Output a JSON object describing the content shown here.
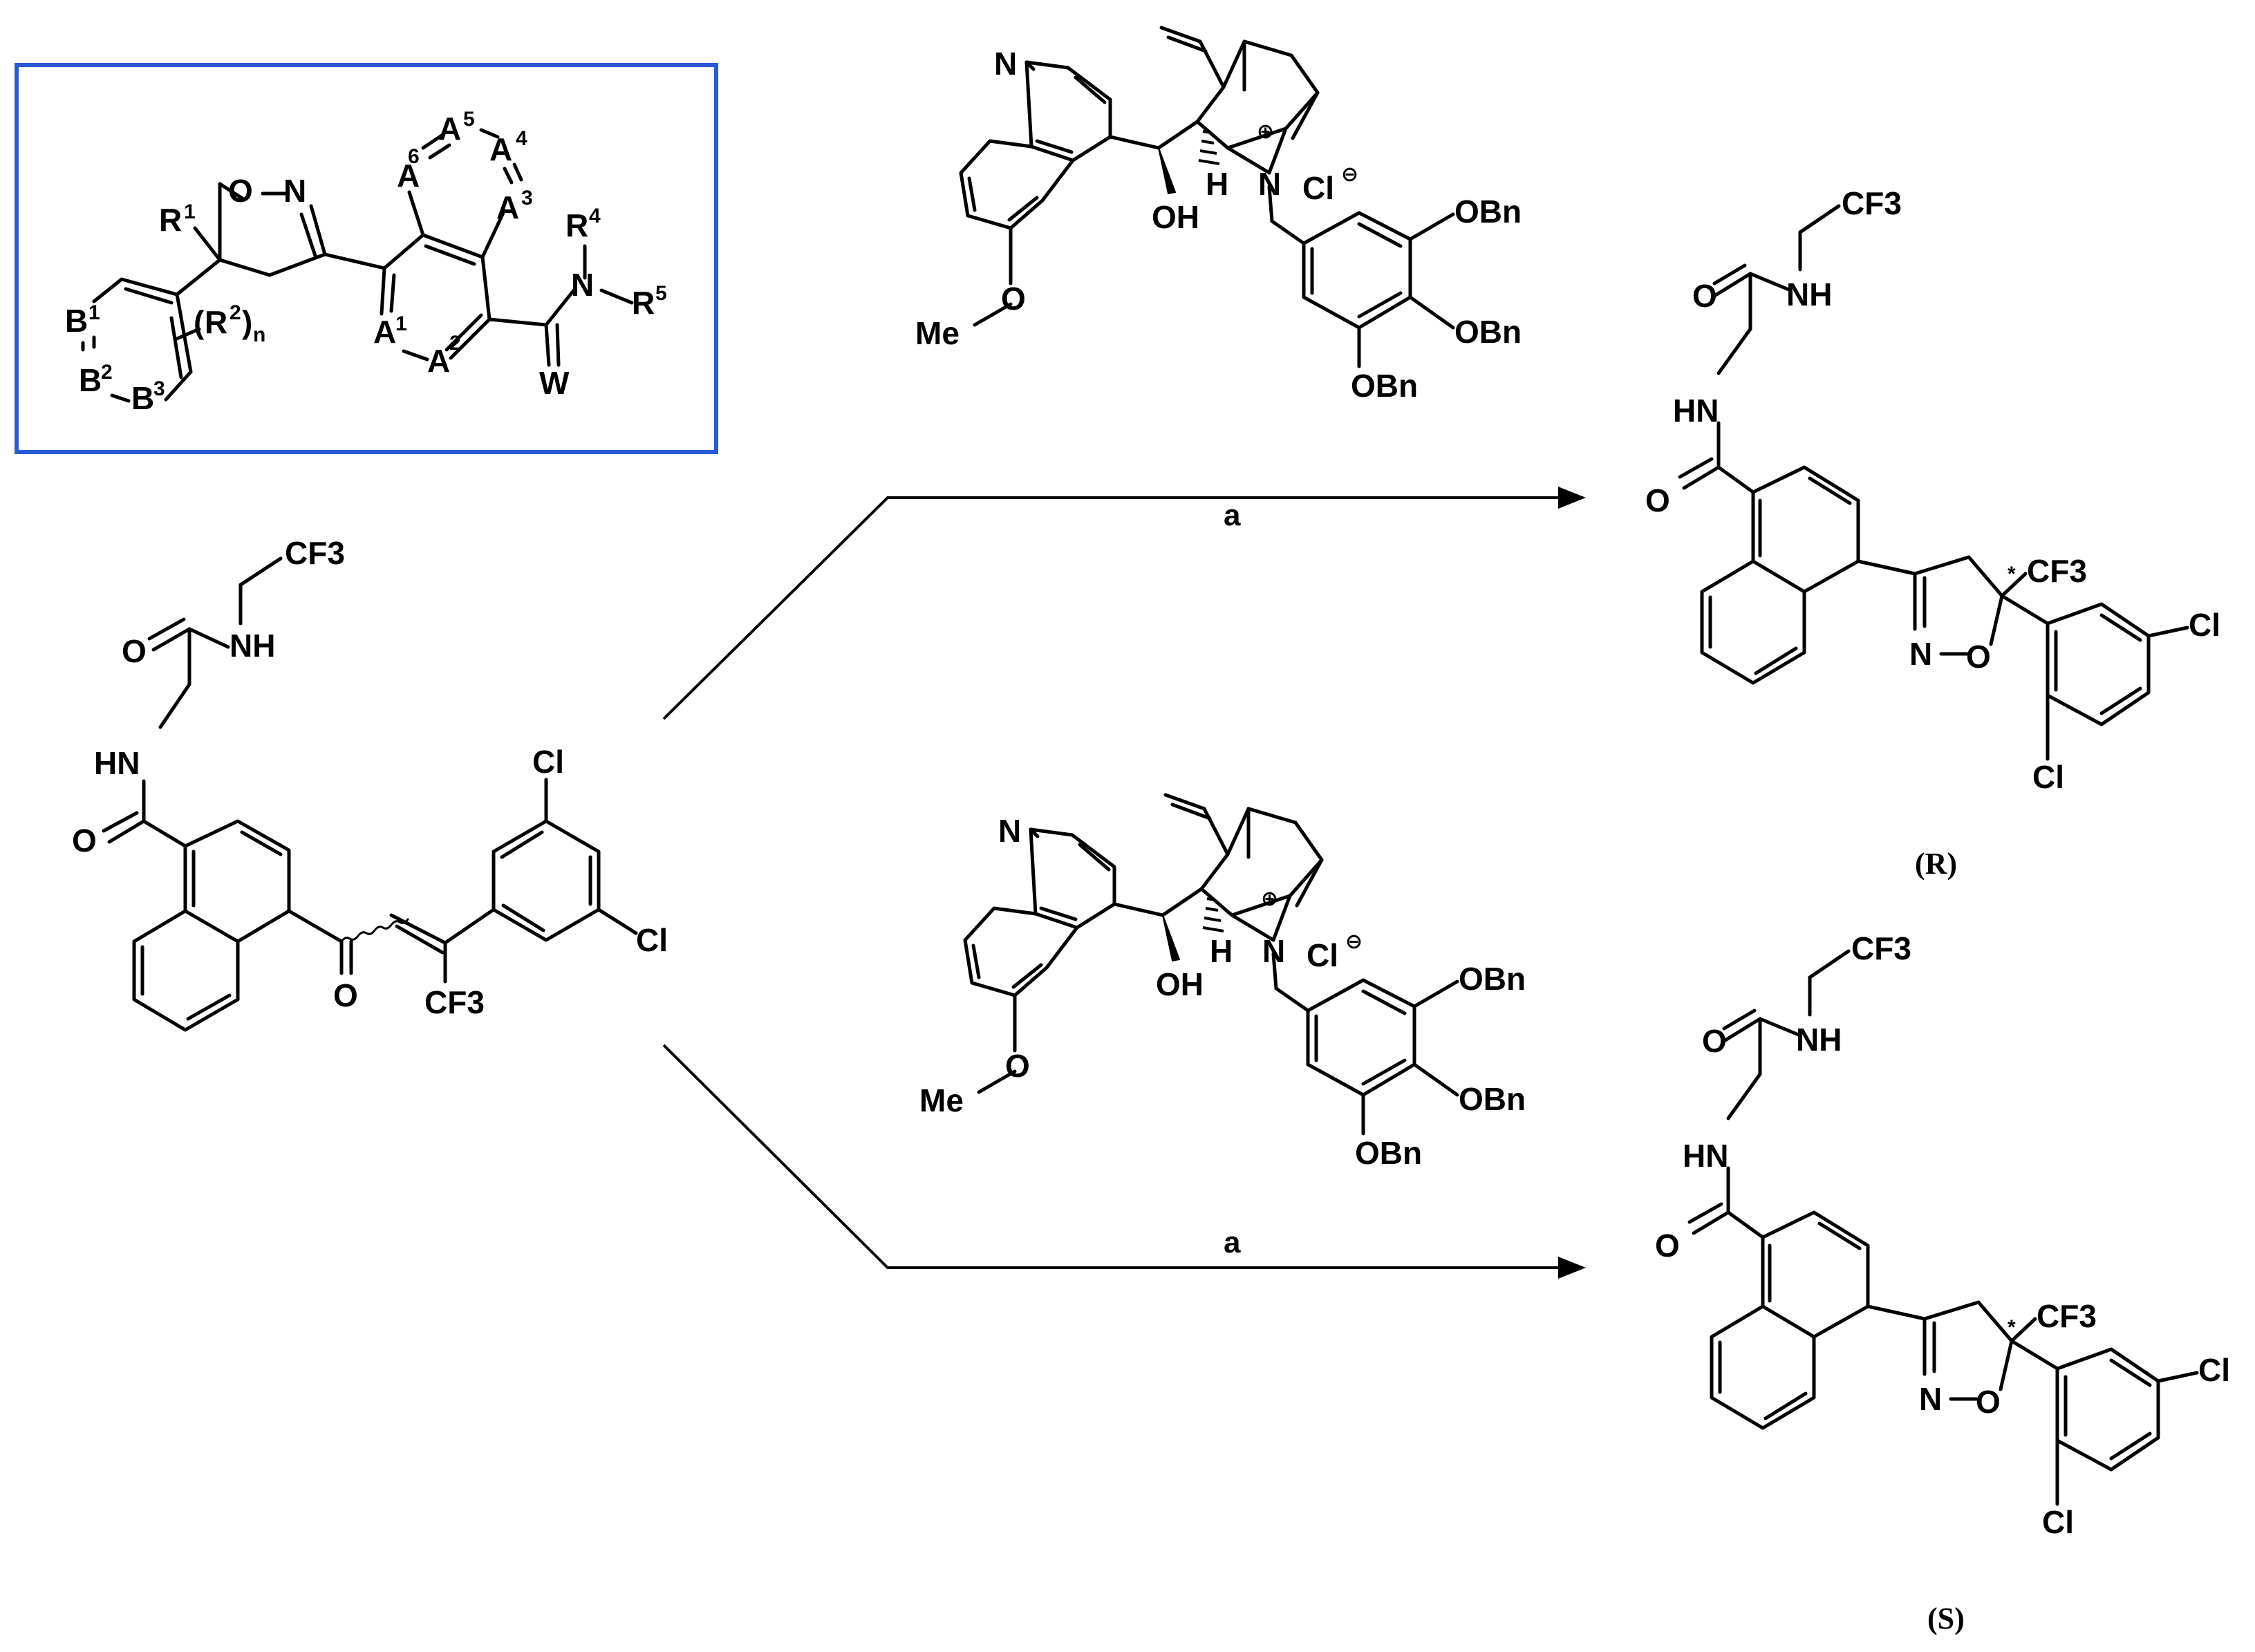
{
  "colors": {
    "frame": "#2a5bd7",
    "ink": "#000000"
  },
  "generic": {
    "atoms": {
      "O": "O",
      "N": "N",
      "N2": "N",
      "W": "W",
      "R": "R",
      "n": "n",
      "lp": "(",
      "rp": ")"
    },
    "sup": {
      "r1": "1",
      "r2": "2",
      "r4": "4",
      "r5": "5",
      "a1": "1",
      "a2": "2",
      "a3": "3",
      "a4": "4",
      "a5": "5",
      "a6": "6",
      "b1": "1",
      "b2": "2",
      "b3": "3"
    },
    "ring_letters": {
      "A": "A",
      "B": "B"
    }
  },
  "start": {
    "cf3": "CF3",
    "nh_top": "NH",
    "o_amide1": "O",
    "hn": "HN",
    "o_amide2": "O",
    "o_ketone": "O",
    "cl1": "Cl",
    "cl2": "Cl",
    "cf3_alkene": "CF3"
  },
  "catalyst": {
    "N_quin": "N",
    "plus": "⊕",
    "N_quin2": "N",
    "cl": "Cl",
    "minus": "⊖",
    "oh": "OH",
    "h": "H",
    "ome": "Me",
    "o": "O",
    "obn1": "OBn",
    "obn2": "OBn",
    "obn3": "OBn"
  },
  "product": {
    "cf3_top": "CF3",
    "nh": "NH",
    "o1": "O",
    "hn": "HN",
    "o2": "O",
    "star": "*",
    "cf3": "CF3",
    "n": "N",
    "o_ring": "O",
    "cl1": "Cl",
    "cl2": "Cl"
  },
  "arrows": {
    "top_label": "a",
    "bottom_label": "a"
  },
  "labels": {
    "R": "(R)",
    "S": "(S)"
  }
}
